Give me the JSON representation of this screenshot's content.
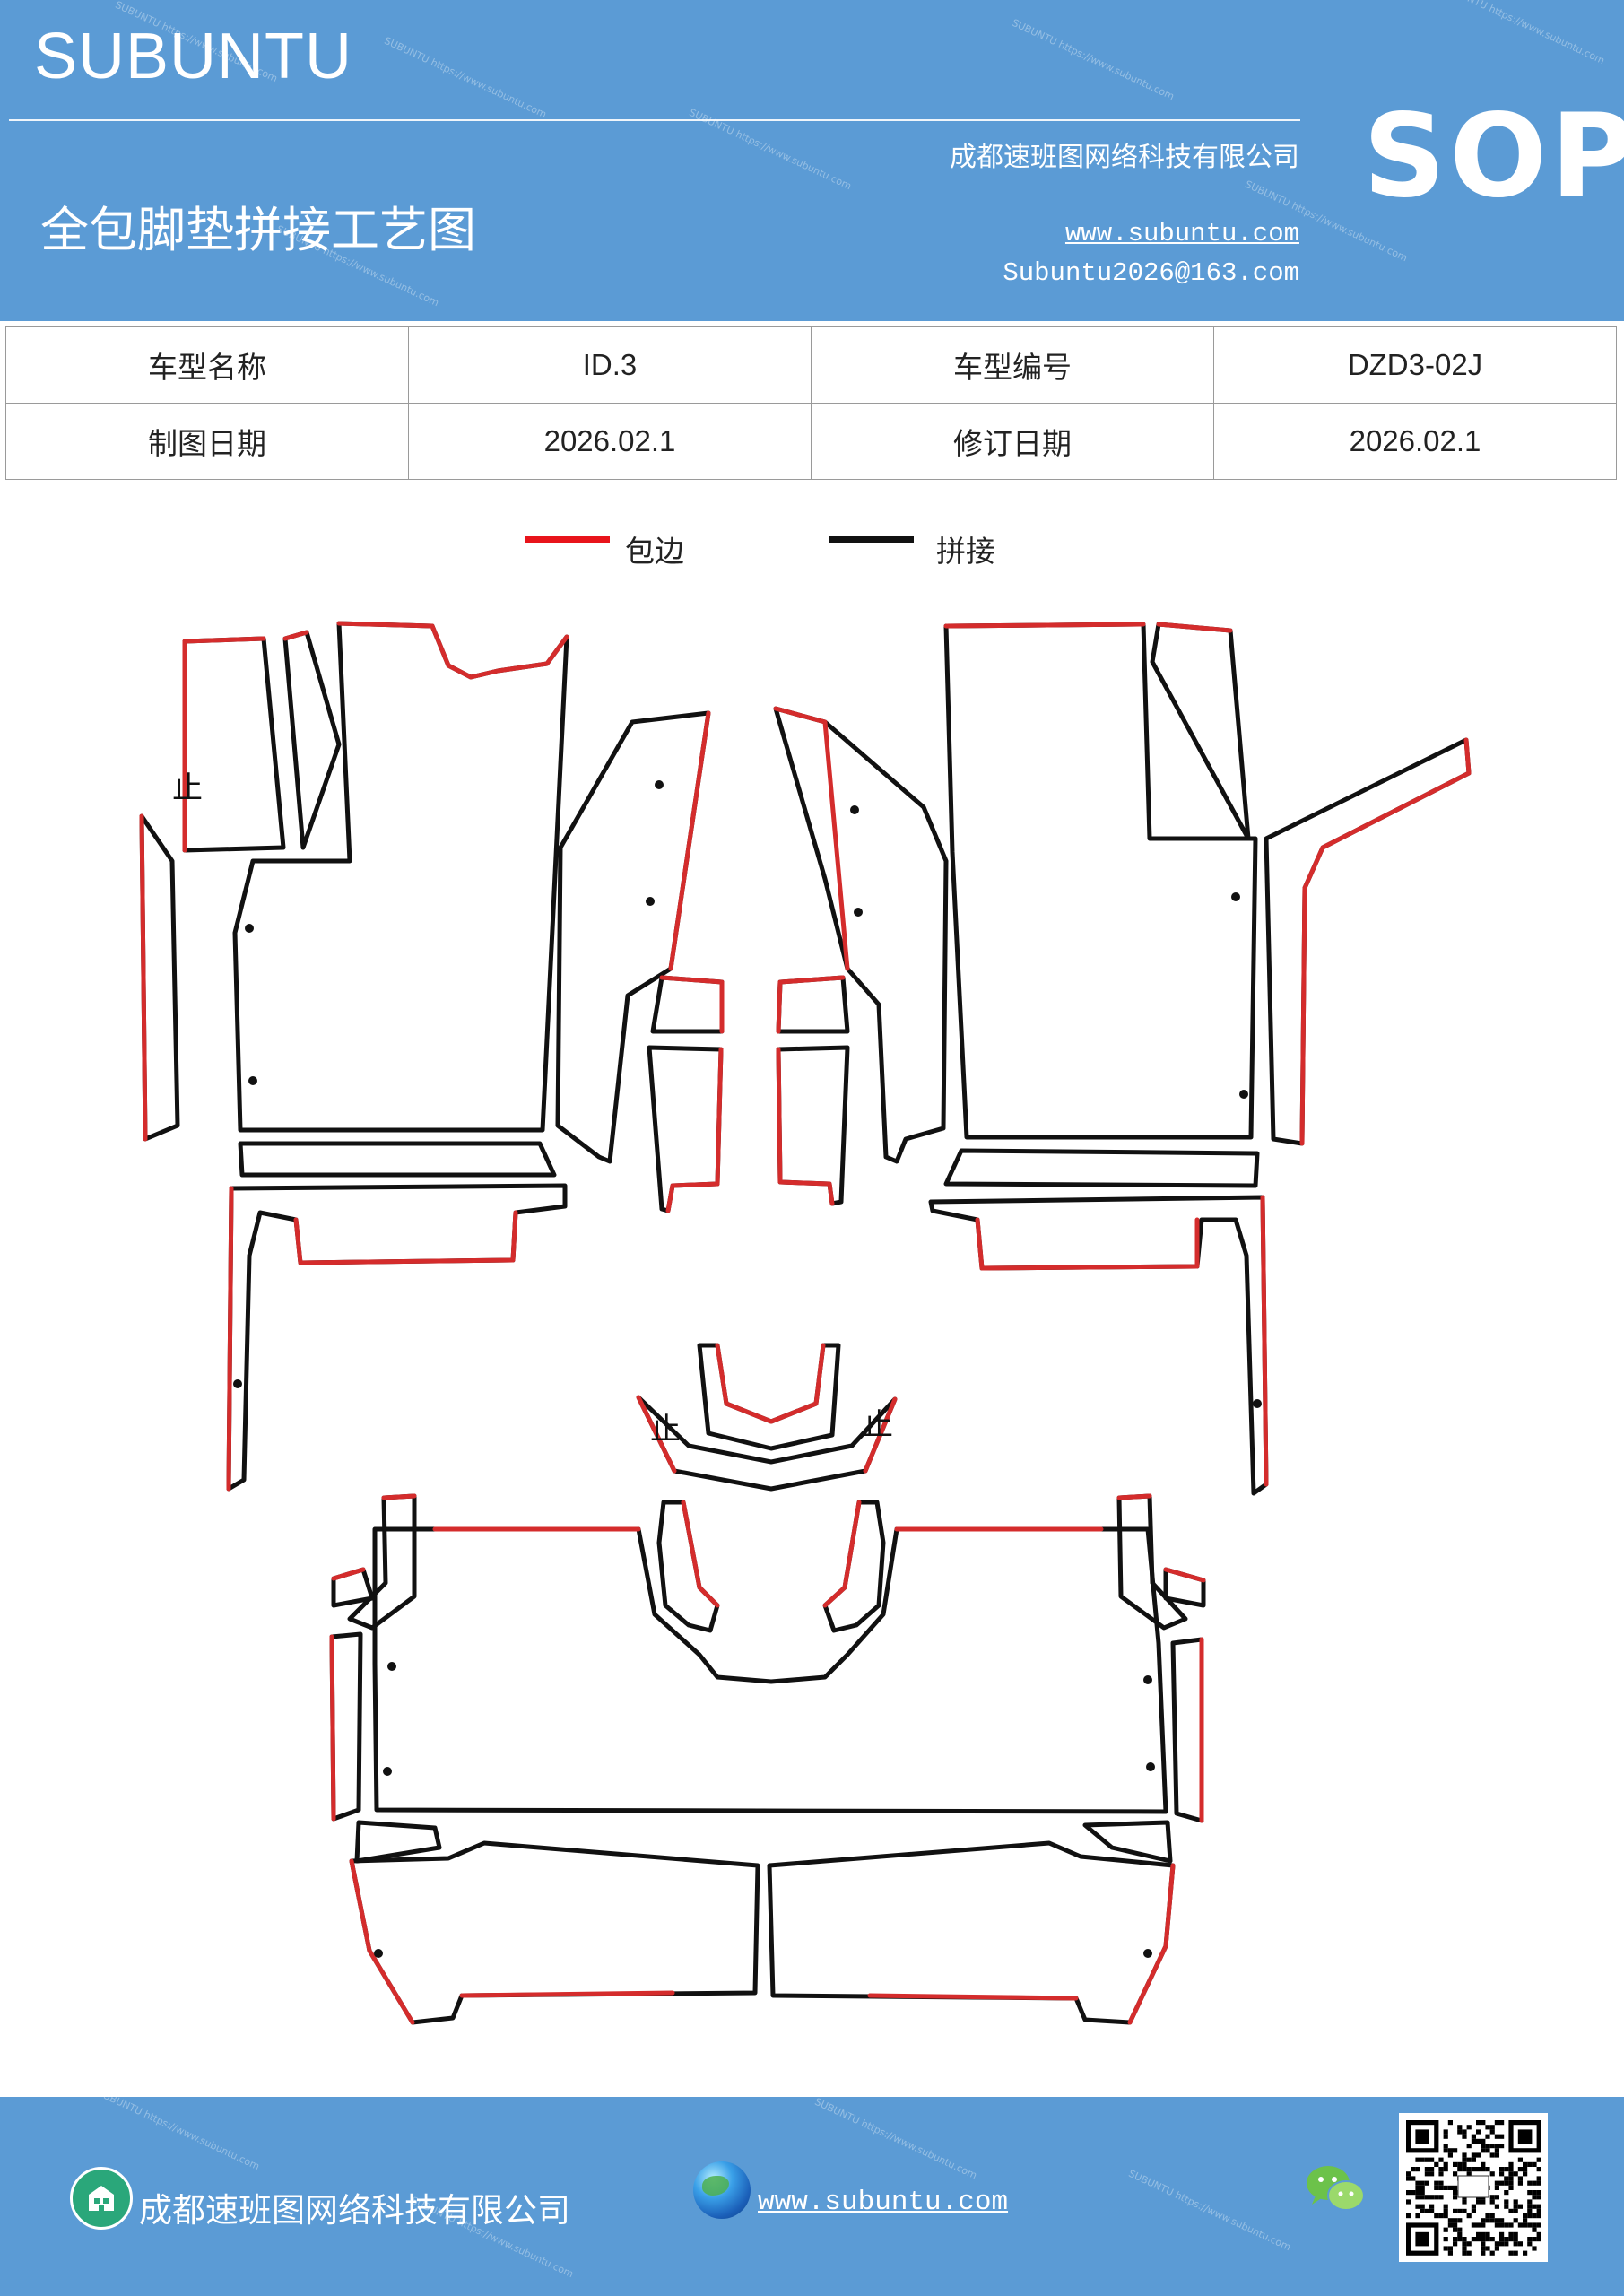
{
  "header": {
    "brand": "SUBUNTU",
    "company": "成都速班图网络科技有限公司",
    "badge": "SOP",
    "title": "全包脚垫拼接工艺图",
    "website": "www.subuntu.com",
    "email": "Subuntu2026@163.com"
  },
  "info_table": {
    "rows": [
      {
        "label1": "车型名称",
        "value1": "ID.3",
        "label2": "车型编号",
        "value2": "DZD3-02J"
      },
      {
        "label1": "制图日期",
        "value1": "2026.02.1",
        "label2": "修订日期",
        "value2": "2026.02.1"
      }
    ]
  },
  "legend": {
    "items": [
      {
        "label": "包边",
        "color": "#e8141b"
      },
      {
        "label": "拼接",
        "color": "#111111"
      }
    ]
  },
  "diagram": {
    "marks": [
      "止",
      "止",
      "止"
    ],
    "colors": {
      "edge": "#d42c2c",
      "seam": "#111111"
    }
  },
  "footer": {
    "company": "成都速班图网络科技有限公司",
    "website": "www.subuntu.com",
    "icons": [
      "company-icon",
      "globe-icon",
      "wechat-icon",
      "qr-code"
    ]
  },
  "colors": {
    "header_bg": "#5b9bd5",
    "footer_bg": "#5b9bd5"
  }
}
